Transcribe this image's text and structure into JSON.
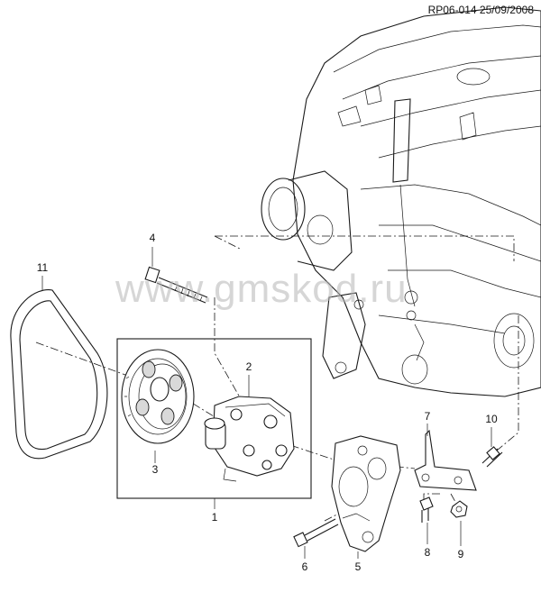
{
  "header": {
    "ref_code": "RP06-014 25/09/2008"
  },
  "watermark": {
    "text": "www.gmskod.ru"
  },
  "callouts": [
    {
      "id": "4",
      "label": "4"
    },
    {
      "id": "11",
      "label": "11"
    },
    {
      "id": "2",
      "label": "2"
    },
    {
      "id": "3",
      "label": "3"
    },
    {
      "id": "1",
      "label": "1"
    },
    {
      "id": "7",
      "label": "7"
    },
    {
      "id": "10",
      "label": "10"
    },
    {
      "id": "5",
      "label": "5"
    },
    {
      "id": "6",
      "label": "6"
    },
    {
      "id": "8",
      "label": "8"
    },
    {
      "id": "9",
      "label": "9"
    }
  ]
}
